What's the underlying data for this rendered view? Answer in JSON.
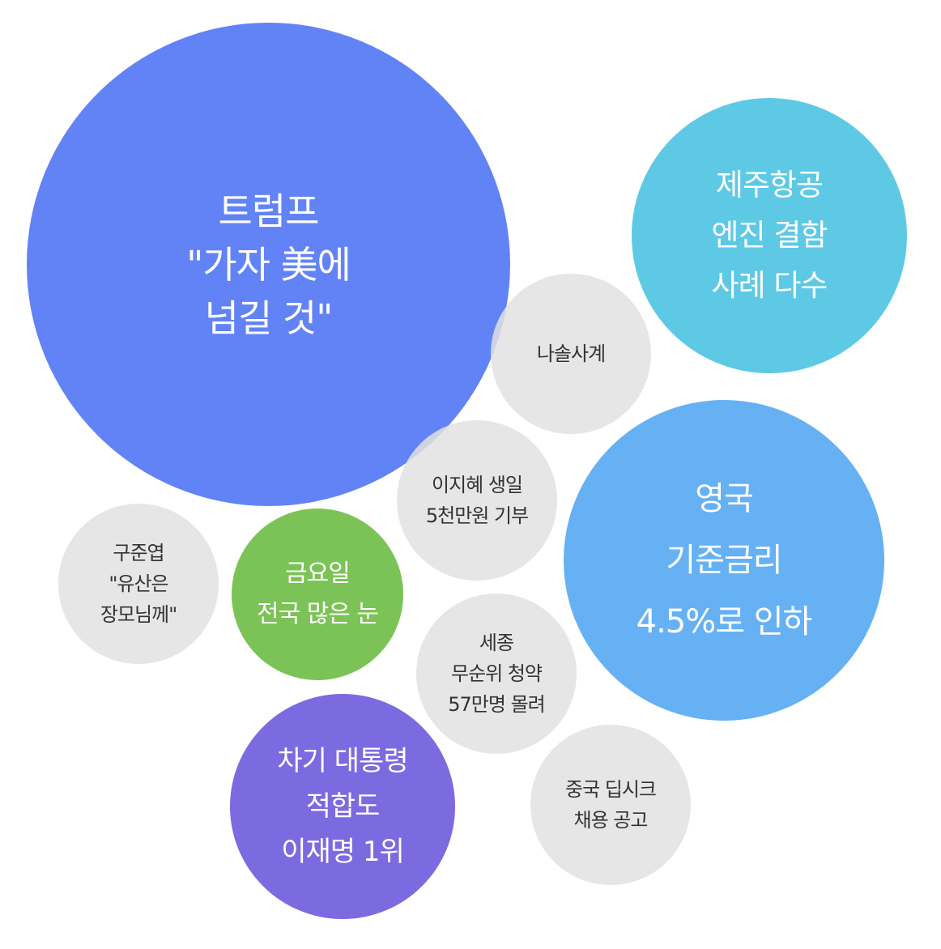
{
  "bubbles": [
    {
      "id": "trump",
      "lines": [
        "트럼프",
        "\"가자 美에",
        "넘길 것\""
      ],
      "color": "#6283F5",
      "kind": "colored"
    },
    {
      "id": "jeju-air",
      "lines": [
        "제주항공",
        "엔진 결함",
        "사례 다수"
      ],
      "color": "#5EC9E5",
      "kind": "colored"
    },
    {
      "id": "nasol",
      "lines": [
        "나솔사계"
      ],
      "color": "#E2E2E2",
      "kind": "gray"
    },
    {
      "id": "leejihye",
      "lines": [
        "이지혜 생일",
        "5천만원 기부"
      ],
      "color": "#E2E2E2",
      "kind": "gray"
    },
    {
      "id": "uk-rate",
      "lines": [
        "영국",
        "기준금리",
        "4.5%로 인하"
      ],
      "color": "#66B1F4",
      "kind": "colored"
    },
    {
      "id": "koo-junyup",
      "lines": [
        "구준엽",
        "\"유산은",
        "장모님께\""
      ],
      "color": "#E2E2E2",
      "kind": "gray"
    },
    {
      "id": "friday-snow",
      "lines": [
        "금요일",
        "전국 많은 눈"
      ],
      "color": "#7BC356",
      "kind": "colored"
    },
    {
      "id": "sejong",
      "lines": [
        "세종",
        "무순위 청약",
        "57만명 몰려"
      ],
      "color": "#E2E2E2",
      "kind": "gray"
    },
    {
      "id": "president-poll",
      "lines": [
        "차기 대통령",
        "적합도",
        "이재명 1위"
      ],
      "color": "#7C6AE0",
      "kind": "colored"
    },
    {
      "id": "deepseek",
      "lines": [
        "중국 딥시크",
        "채용 공고"
      ],
      "color": "#E2E2E2",
      "kind": "gray"
    }
  ]
}
